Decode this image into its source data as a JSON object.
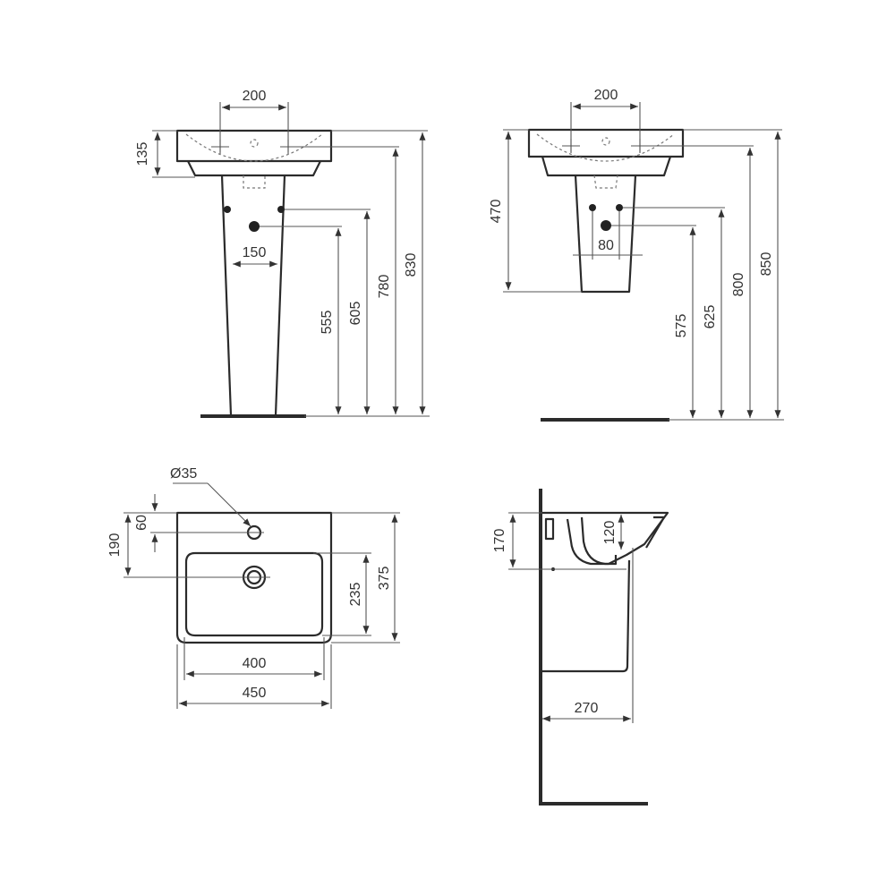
{
  "drawing": {
    "subject": "Washbasin technical drawing",
    "views": {
      "front_full_pedestal": {
        "tap_hole_spacing": "200",
        "basin_depth": "135",
        "trap_spacing": "150",
        "waste_height": "555",
        "supply_height": "605",
        "tap_height": "780",
        "rim_height": "830"
      },
      "front_semi_pedestal": {
        "tap_hole_spacing": "200",
        "pedestal_drop": "470",
        "supply_spacing": "80",
        "waste_height": "575",
        "supply_height": "625",
        "tap_height": "800",
        "rim_height": "850"
      },
      "top_plan": {
        "tap_hole_diameter": "Ø35",
        "tap_hole_offset": "60",
        "waste_offset": "190",
        "bowl_depth": "235",
        "overall_depth": "375",
        "bowl_width": "400",
        "overall_width": "450"
      },
      "side_section": {
        "rim_to_trap": "170",
        "bowl_depth": "120",
        "projection": "270"
      }
    }
  }
}
